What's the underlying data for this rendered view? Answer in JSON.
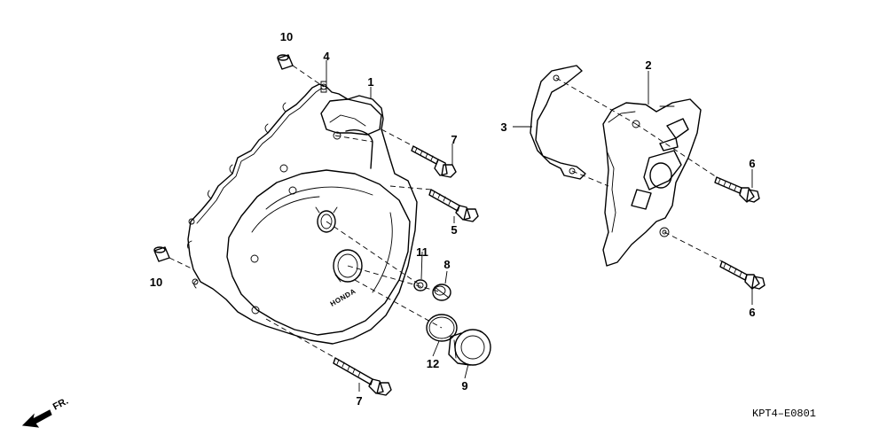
{
  "diagram": {
    "callouts": {
      "c1": "1",
      "c2": "2",
      "c3": "3",
      "c4": "4",
      "c5": "5",
      "c6a": "6",
      "c6b": "6",
      "c7a": "7",
      "c7b": "7",
      "c8": "8",
      "c9": "9",
      "c10a": "10",
      "c10b": "10",
      "c11": "11",
      "c12": "12"
    },
    "cover_logo": "HONDA",
    "direction_label": "FR.",
    "diagram_code": "KPT4–E0801"
  }
}
